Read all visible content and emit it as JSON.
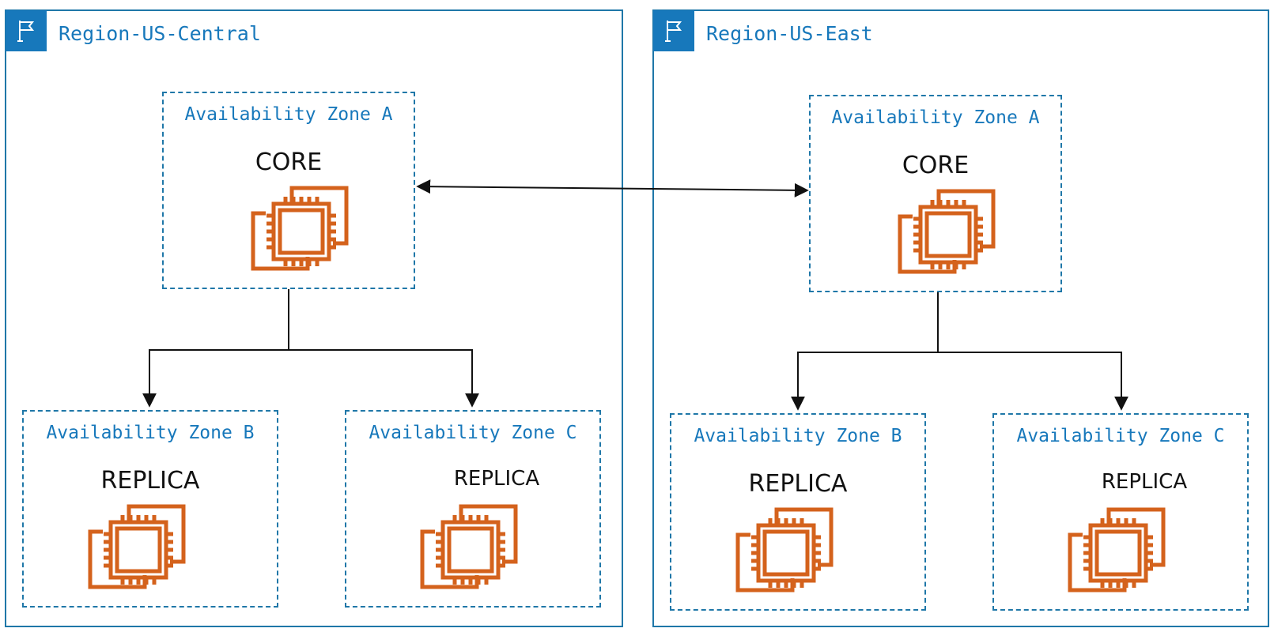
{
  "colors": {
    "region_border": "#1f77a8",
    "region_flag_bg": "#1778bb",
    "label_blue": "#1778bb",
    "chip_orange": "#d4621c",
    "connector": "#111111"
  },
  "icons": {
    "region": "flag-icon",
    "node": "ec2-instance-icon"
  },
  "regions": [
    {
      "name": "Region-US-Central",
      "zones": [
        {
          "title": "Availability Zone A",
          "role": "CORE"
        },
        {
          "title": "Availability Zone B",
          "role": "REPLICA"
        },
        {
          "title": "Availability Zone C",
          "role": "REPLICA"
        }
      ]
    },
    {
      "name": "Region-US-East",
      "zones": [
        {
          "title": "Availability Zone A",
          "role": "CORE"
        },
        {
          "title": "Availability Zone B",
          "role": "REPLICA"
        },
        {
          "title": "Availability Zone C",
          "role": "REPLICA"
        }
      ]
    }
  ],
  "connections": [
    {
      "from": "Region-US-Central / Availability Zone A",
      "to": "Region-US-East / Availability Zone A",
      "style": "bidirectional"
    },
    {
      "from": "Region-US-Central / Availability Zone A",
      "to": "Region-US-Central / Availability Zone B",
      "style": "directed"
    },
    {
      "from": "Region-US-Central / Availability Zone A",
      "to": "Region-US-Central / Availability Zone C",
      "style": "directed"
    },
    {
      "from": "Region-US-East / Availability Zone A",
      "to": "Region-US-East / Availability Zone B",
      "style": "directed"
    },
    {
      "from": "Region-US-East / Availability Zone A",
      "to": "Region-US-East / Availability Zone C",
      "style": "directed"
    }
  ]
}
